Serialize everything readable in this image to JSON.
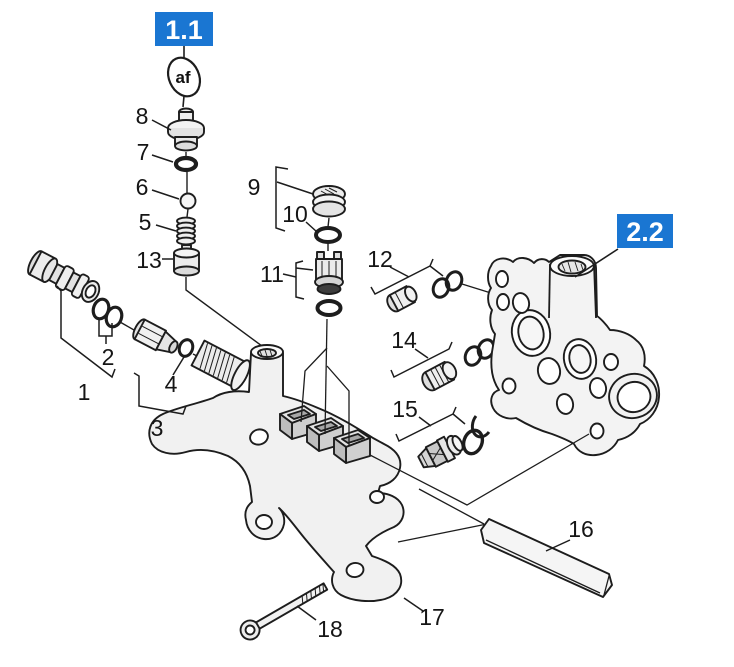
{
  "diagram": {
    "type": "exploded-parts-diagram",
    "colors": {
      "background": "#ffffff",
      "accent_blue": "#1a76d2",
      "reference_text": "#ffffff",
      "line": "#1d1d1d"
    },
    "reference_labels": {
      "r11": "1.1",
      "r22": "2.2"
    },
    "af_marker": "af",
    "callouts": {
      "c1": "1",
      "c2": "2",
      "c3": "3",
      "c4": "4",
      "c5": "5",
      "c6": "6",
      "c7": "7",
      "c8": "8",
      "c9": "9",
      "c10": "10",
      "c11": "11",
      "c12": "12",
      "c13": "13",
      "c14": "14",
      "c15": "15",
      "c16": "16",
      "c17": "17",
      "c18": "18"
    }
  }
}
